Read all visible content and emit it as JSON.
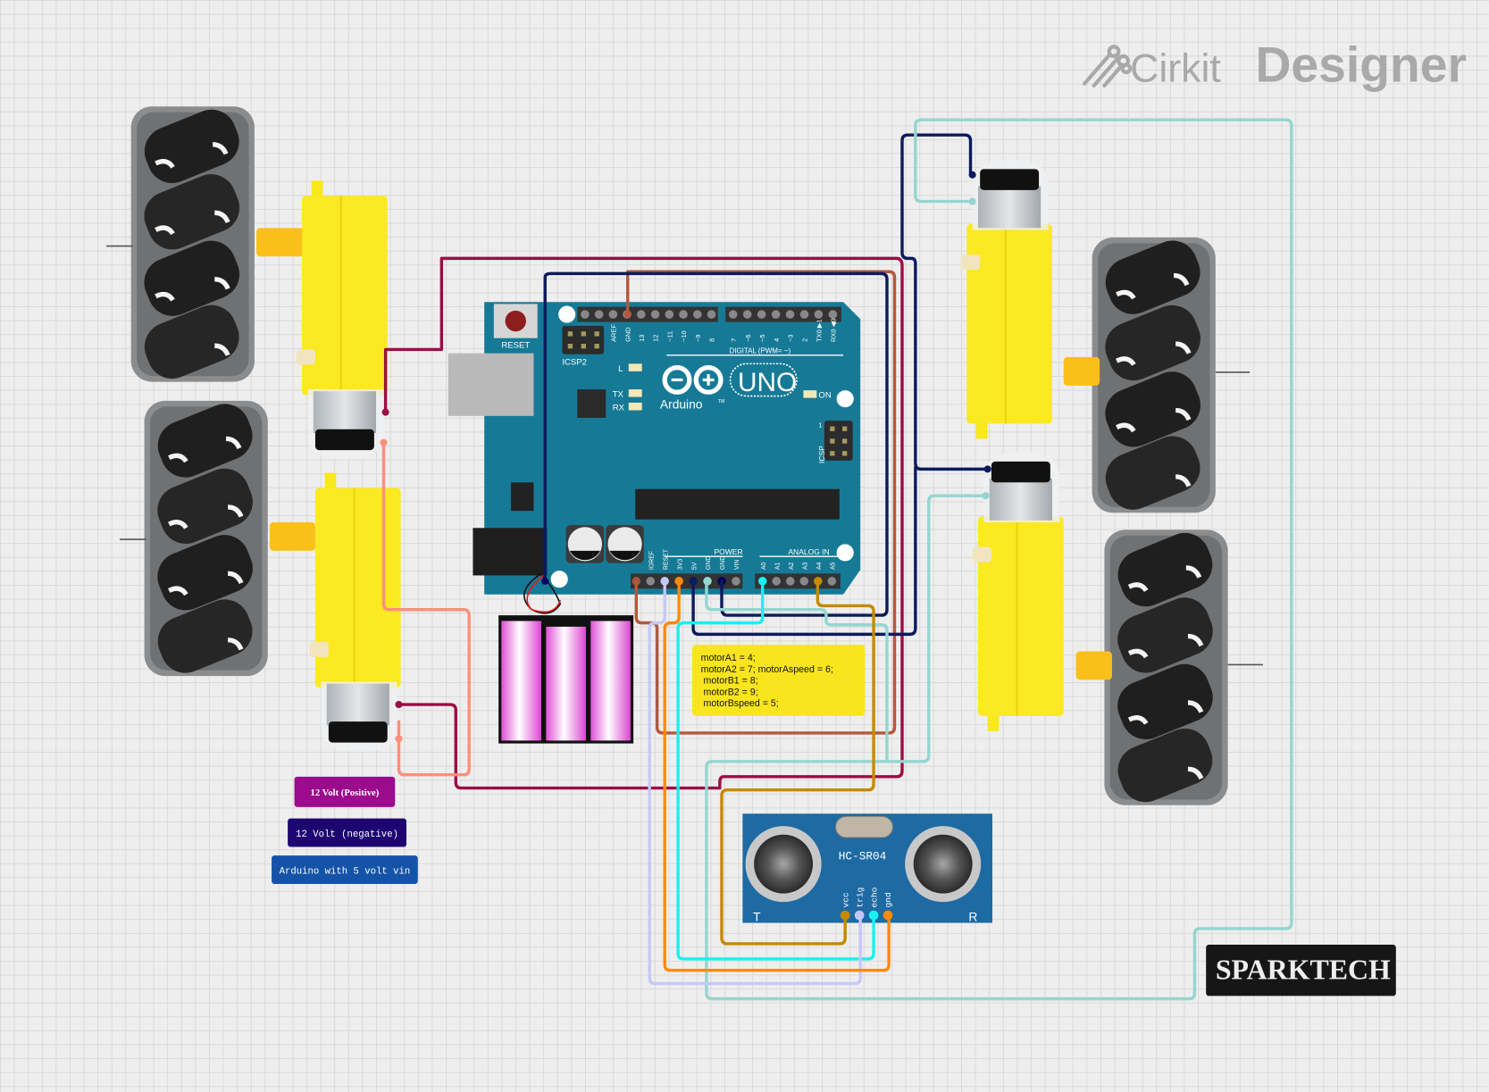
{
  "app": {
    "brand_prefix": "Cirkit",
    "brand_suffix": "Designer",
    "logo_icon": "circuit-traces-icon"
  },
  "arduino": {
    "name": "Arduino",
    "model": "UNO",
    "reset_label": "RESET",
    "icsp2_label": "ICSP2",
    "icsp_label": "ICSP",
    "icsp_pin1": "1",
    "led_labels": {
      "l": "L",
      "tx": "TX",
      "rx": "RX",
      "on": "ON"
    },
    "digital_header_label": "DIGITAL (PWM= ~)",
    "power_label": "POWER",
    "analog_label": "ANALOG IN",
    "top_pins": [
      "",
      "",
      "AREF",
      "GND",
      "13",
      "12",
      "~11",
      "~10",
      "~9",
      "8"
    ],
    "top_pins2": [
      "7",
      "~6",
      "~5",
      "4",
      "~3",
      "2",
      "TX0 ▶1",
      "RX0 ◀0"
    ],
    "power_pins": [
      "",
      "IOREF",
      "RESET",
      "3V3",
      "5V",
      "GND",
      "GND",
      "VIN"
    ],
    "analog_pins": [
      "A0",
      "A1",
      "A2",
      "A3",
      "A4",
      "A5"
    ],
    "tm": "TM"
  },
  "sensor": {
    "name": "HC-SR04",
    "pins": [
      "vcc",
      "trig",
      "echo",
      "gnd"
    ],
    "corner_t": "T",
    "corner_r": "R"
  },
  "note": {
    "lines": [
      "motorA1 = 4;",
      "motorA2 = 7; motorAspeed = 6;",
      " motorB1 = 8;",
      " motorB2 = 9;",
      " motorBspeed = 5;"
    ],
    "color": "#f9e51e"
  },
  "legend": [
    {
      "label": "12 Volt (Positive)",
      "color": "#9c0b8e"
    },
    {
      "label": "12 Volt (negative)",
      "color": "#1d0470"
    },
    {
      "label": "Arduino with 5 volt vin",
      "color": "#1553a8"
    }
  ],
  "watermark": {
    "label": "SPARKTECH"
  },
  "wire_colors": {
    "maroon": "#9c0d45",
    "brown": "#b4583c",
    "navy": "#0c1a5e",
    "deep_navy": "#03035e",
    "salmon": "#fb8f7a",
    "teal_light": "#94d6d0",
    "cyan": "#19f0f2",
    "lavender": "#c5c8f7",
    "orange": "#ff8a0a",
    "gold": "#c48a00"
  },
  "components": {
    "motors": [
      "motor-left-top",
      "motor-left-bottom",
      "motor-right-top",
      "motor-right-bottom"
    ],
    "wheels": [
      "wheel-left-top",
      "wheel-left-bottom",
      "wheel-right-top",
      "wheel-right-bottom"
    ],
    "battery_cells": 3
  }
}
